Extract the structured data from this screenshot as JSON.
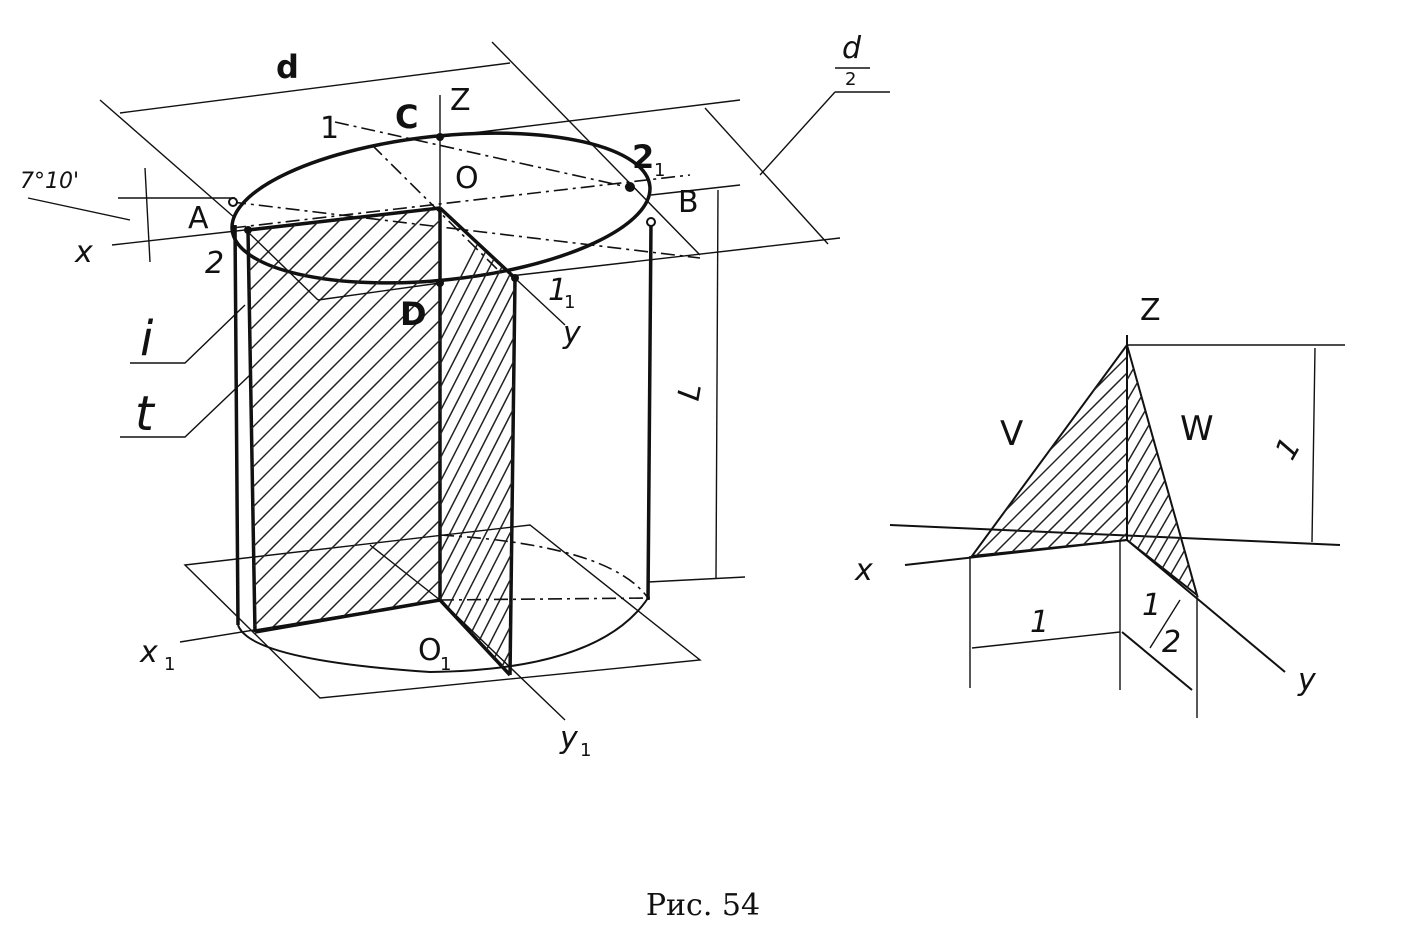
{
  "figure": {
    "caption": "Рис. 54",
    "cylinder_labels": {
      "d": "d",
      "d_half_num": "d",
      "d_half_den": "2",
      "angle": "7°10'",
      "Z": "Z",
      "C": "C",
      "O": "O",
      "pt1": "1",
      "pt2_1": "2",
      "pt2_1_sub": "1",
      "A": "A",
      "B": "B",
      "x": "x",
      "pt2": "2",
      "D": "D",
      "pt1_1": "1",
      "pt1_1_sub": "1",
      "y": "y",
      "i": "i",
      "t": "t",
      "L": "L",
      "x1": "x",
      "x1_sub": "1",
      "O1": "O",
      "O1_sub": "1",
      "y1": "y",
      "y1_sub": "1"
    },
    "axes_labels": {
      "Z": "Z",
      "V": "V",
      "W": "W",
      "one_vertical": "1",
      "x": "x",
      "one_horizontal": "1",
      "half_num": "1",
      "half_den": "2",
      "y": "y"
    }
  }
}
